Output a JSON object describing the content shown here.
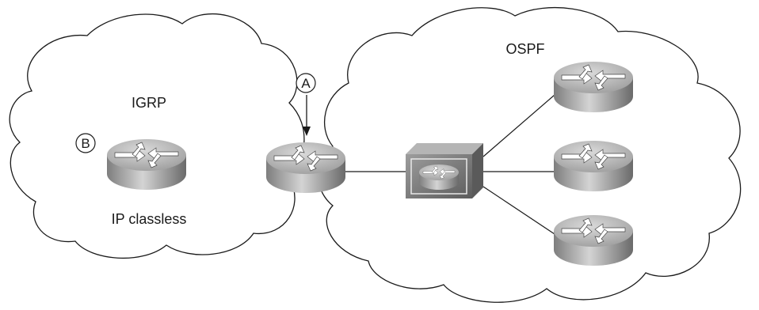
{
  "diagram": {
    "igrp_label": "IGRP",
    "ospf_label": "OSPF",
    "ip_classless_label": "IP classless",
    "marker_a": "A",
    "marker_b": "B"
  }
}
